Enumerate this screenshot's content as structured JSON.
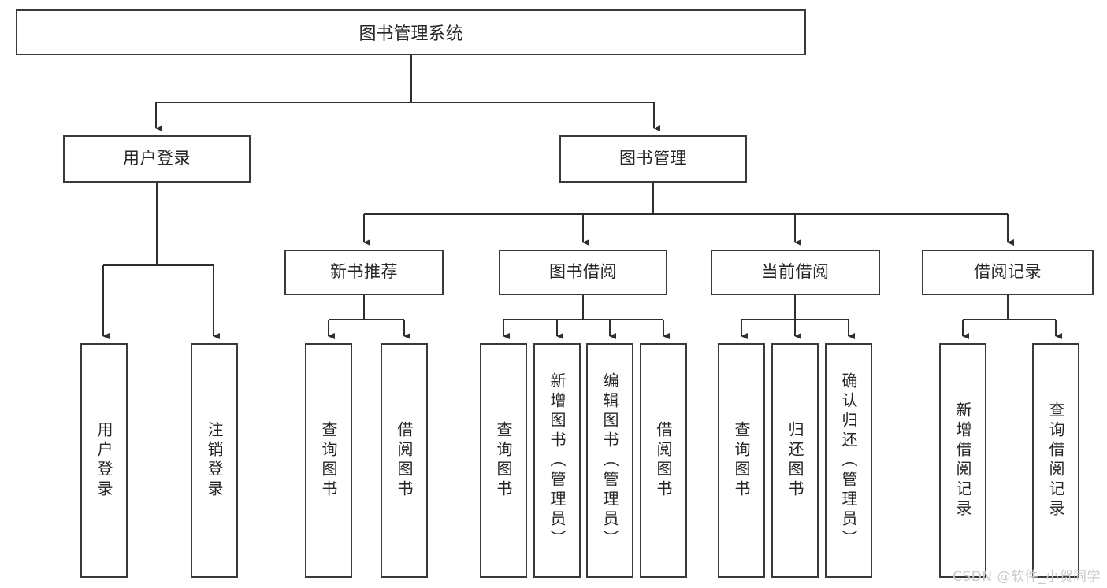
{
  "diagram": {
    "title": "图书管理系统",
    "type": "功能结构图",
    "style": {
      "box_border_color": "#3a3a3a",
      "box_fill_color": "#ffffff",
      "text_color": "#262626",
      "connector_color": "#2e2e2e",
      "background_color": "#ffffff",
      "watermark_color": "#c9c9c9"
    }
  },
  "nodes": {
    "root": {
      "label": "图书管理系统"
    },
    "level2": [
      {
        "id": "user-login",
        "label": "用户登录"
      },
      {
        "id": "book-manage",
        "label": "图书管理"
      }
    ],
    "level3": [
      {
        "id": "new-book-recommend",
        "label": "新书推荐"
      },
      {
        "id": "book-borrow",
        "label": "图书借阅"
      },
      {
        "id": "current-borrow",
        "label": "当前借阅"
      },
      {
        "id": "borrow-record",
        "label": "借阅记录"
      }
    ],
    "leaves": [
      {
        "id": "leaf-user-login",
        "label": "用户登录",
        "parent": "user-login"
      },
      {
        "id": "leaf-logout",
        "label": "注销登录",
        "parent": "user-login"
      },
      {
        "id": "leaf-query-book-1",
        "label": "查询图书",
        "parent": "new-book-recommend"
      },
      {
        "id": "leaf-borrow-book-1",
        "label": "借阅图书",
        "parent": "new-book-recommend"
      },
      {
        "id": "leaf-query-book-2",
        "label": "查询图书",
        "parent": "book-borrow"
      },
      {
        "id": "leaf-add-book",
        "label": "新增图书（管理员）",
        "parent": "book-borrow"
      },
      {
        "id": "leaf-edit-book",
        "label": "编辑图书（管理员）",
        "parent": "book-borrow"
      },
      {
        "id": "leaf-borrow-book-2",
        "label": "借阅图书",
        "parent": "book-borrow"
      },
      {
        "id": "leaf-query-book-3",
        "label": "查询图书",
        "parent": "current-borrow"
      },
      {
        "id": "leaf-return-book",
        "label": "归还图书",
        "parent": "current-borrow"
      },
      {
        "id": "leaf-confirm-return",
        "label": "确认归还（管理员）",
        "parent": "current-borrow"
      },
      {
        "id": "leaf-add-record",
        "label": "新增借阅记录",
        "parent": "borrow-record"
      },
      {
        "id": "leaf-query-record",
        "label": "查询借阅记录",
        "parent": "borrow-record"
      }
    ]
  },
  "watermark": {
    "text": "CSDN @软件_小贺同学"
  }
}
